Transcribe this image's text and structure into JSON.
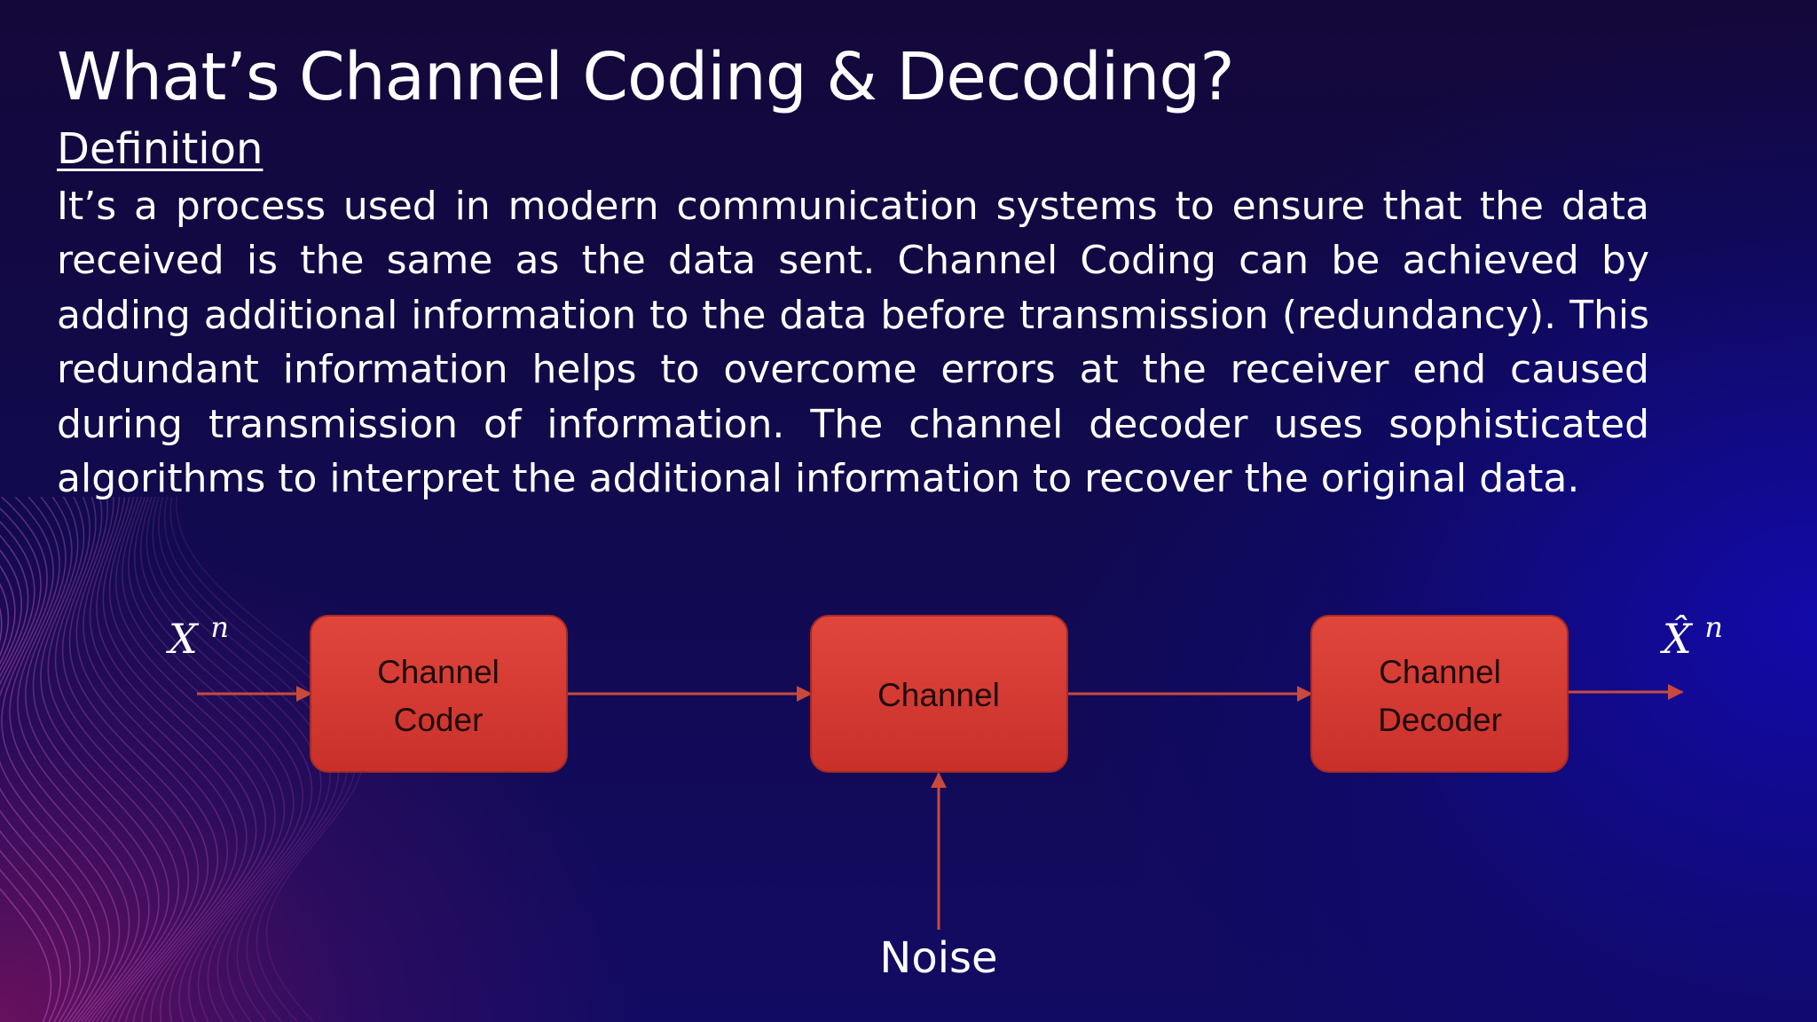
{
  "slide": {
    "title": "What’s Channel Coding & Decoding?",
    "subtitle": "Definition",
    "body": "It’s a process used in modern communication systems to ensure that the data received is the same as the data sent. Channel Coding can be achieved by adding additional information to the data before transmission (redundancy). This redundant information helps to overcome errors at the receiver end caused during transmission of information. The channel decoder uses sophisticated algorithms to interpret the additional information to recover the original data."
  },
  "diagram": {
    "input_symbol": "X",
    "input_superscript": "n",
    "output_symbol": "X̂",
    "output_superscript": "n",
    "coder_line1": "Channel",
    "coder_line2": "Coder",
    "channel_label": "Channel",
    "decoder_line1": "Channel",
    "decoder_line2": "Decoder",
    "noise_label": "Noise"
  },
  "colors": {
    "box_fill": "#d9382f",
    "box_stroke": "#b02a23",
    "arrow": "#c94a3c",
    "wave_lines": "#b04fb8"
  }
}
